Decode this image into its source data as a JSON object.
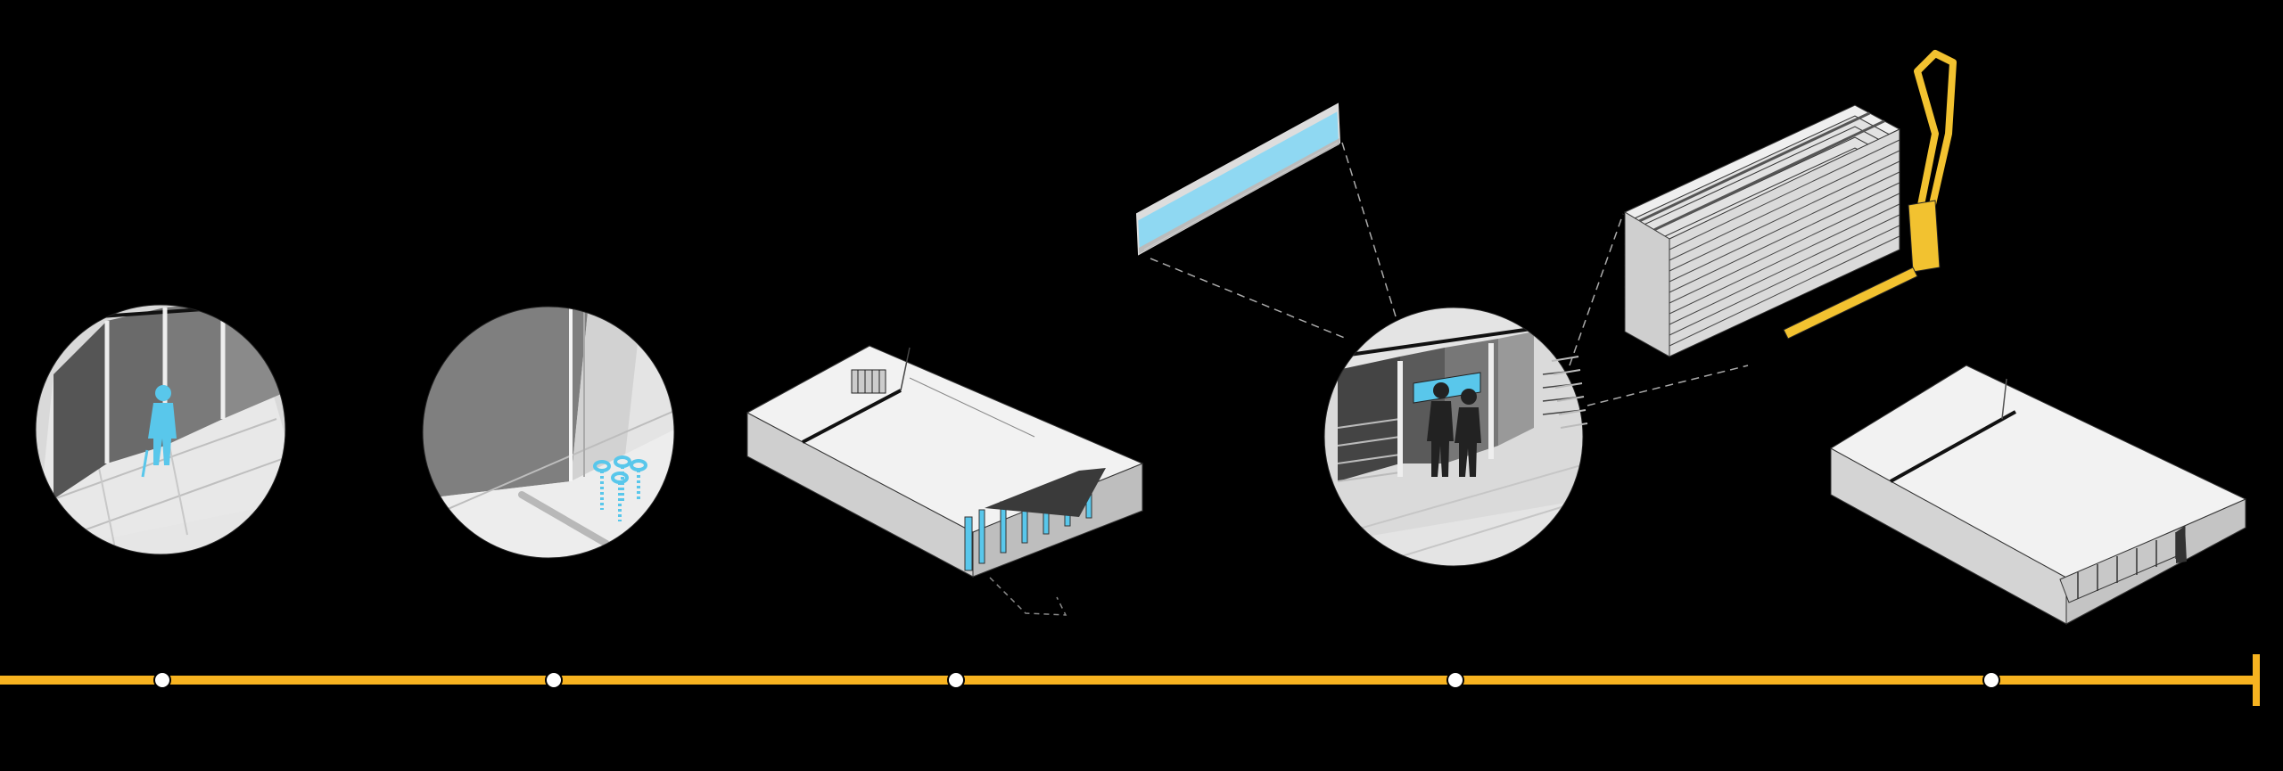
{
  "colors": {
    "background": "#000000",
    "timeline": "#F7B320",
    "node_fill": "#FFFFFF",
    "glass_blue": "#8FD8F2",
    "person_blue": "#59C7EB",
    "forklift_yellow": "#F2C230",
    "panel_light": "#E6E6E6",
    "panel_mid": "#BFBFBF",
    "panel_dark": "#4A4A4A",
    "line": "#1A1A1A"
  },
  "timeline": {
    "stages": [
      {
        "id": "stage-1",
        "icon": "storefront-closeup-icon"
      },
      {
        "id": "stage-2",
        "icon": "floor-anchor-closeup-icon"
      },
      {
        "id": "stage-3",
        "icon": "shop-plan-install-icon"
      },
      {
        "id": "stage-4",
        "icon": "panel-install-closeup-icon"
      },
      {
        "id": "stage-5",
        "icon": "shop-plan-complete-icon"
      }
    ],
    "extras": [
      "glass-panel-icon",
      "panel-stack-forklift-icon"
    ]
  }
}
